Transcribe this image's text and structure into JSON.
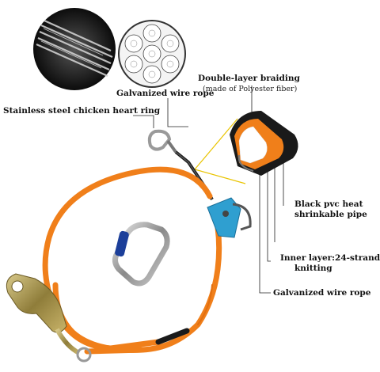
{
  "labels": {
    "wire_rope_top": "Galvanized wire rope",
    "ring": "Stainless steel chicken heart ring",
    "braiding_title": "Double-layer braiding",
    "braiding_sub": "(made of Polyester fiber)",
    "pvc_line1": "Black pvc heat",
    "pvc_line2": "shrinkable pipe",
    "inner_line1": "Inner layer:24-strand",
    "inner_line2": "knitting",
    "wire_rope_bottom": "Galvanized wire rope"
  },
  "colors": {
    "rope_orange": "#f07f1a",
    "pvc_black": "#1a1a1a",
    "guide_yellow": "#e9c400",
    "adjuster_blue": "#2f9fd0",
    "carabiner_blue": "#1c3f9a"
  },
  "icons": [
    "wire-rope-closeup-icon",
    "wire-strand-cross-section-icon",
    "carabiner-icon",
    "snap-hook-icon",
    "rope-adjuster-icon"
  ]
}
